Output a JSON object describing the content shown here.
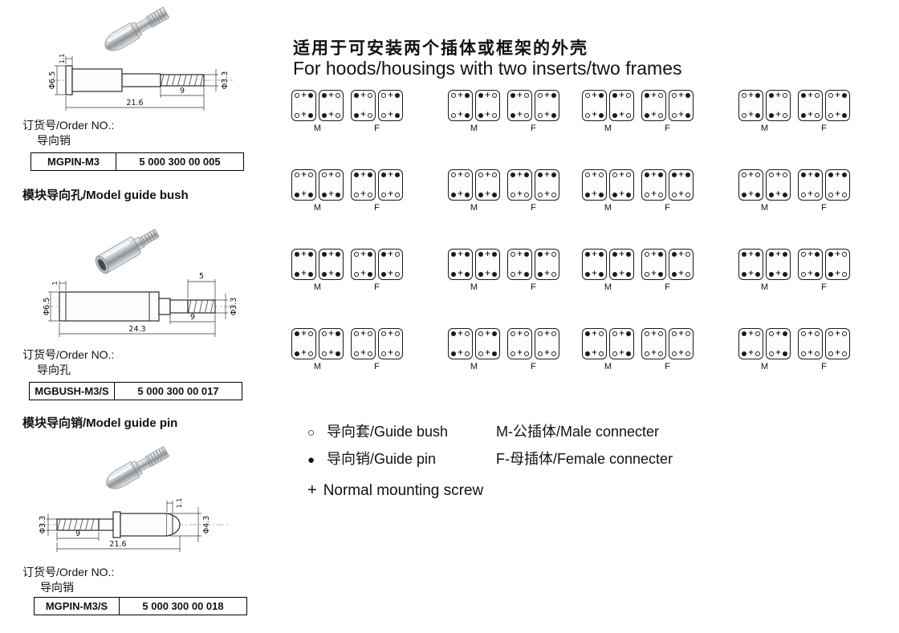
{
  "left": {
    "sections": [
      {
        "order_label": "订货号/Order NO.:",
        "part_label": "导向销",
        "part_no": "MGPIN-M3",
        "order_no": "5 000 300 00 005",
        "dims": {
          "dia_big": "Φ6.5",
          "flange": "1.1",
          "total": "21.6",
          "thread_len": "9",
          "dia_small": "Φ3.3"
        }
      },
      {
        "heading": "模块导向孔/Model guide bush",
        "order_label": "订货号/Order NO.:",
        "part_label": "导向孔",
        "part_no": "MGBUSH-M3/S",
        "order_no": "5 000 300 00 017",
        "dims": {
          "dia_big": "Φ6.5",
          "chamfer": "1",
          "thread_len": "5",
          "stud_len": "9",
          "total": "24.3",
          "dia_small": "Φ3.3"
        }
      },
      {
        "heading": "模块导向销/Model guide pin",
        "order_label": "订货号/Order NO.:",
        "part_label": "导向销",
        "part_no": "MGPIN-M3/S",
        "order_no": "5 000 300 00 018",
        "dims": {
          "dia_small": "Φ3.3",
          "thread_len": "9",
          "total": "21.6",
          "flange": "1.1",
          "dia_big": "Φ4.3"
        }
      }
    ]
  },
  "right": {
    "title_zh": "适用于可安装两个插体或框架的外壳",
    "title_en": "For hoods/housings with two inserts/two frames",
    "legend": {
      "bush_symbol": "○",
      "bush_label": "导向套/Guide bush",
      "pin_symbol": "●",
      "pin_label": "导向销/Guide pin",
      "male_label": "M-公插体/Male connecter",
      "female_label": "F-母插体/Female connecter",
      "screw_symbol": "+",
      "screw_label": "Normal mounting screw"
    },
    "grid": {
      "m_label": "M",
      "f_label": "F",
      "groups_per_row": 4,
      "rows": [
        {
          "m": [
            [
              "bush",
              "pin",
              "bush",
              "pin"
            ],
            [
              "pin",
              "bush",
              "pin",
              "bush"
            ]
          ],
          "f": [
            [
              "pin",
              "bush",
              "pin",
              "bush"
            ],
            [
              "bush",
              "pin",
              "bush",
              "pin"
            ]
          ]
        },
        {
          "m": [
            [
              "bush",
              "bush",
              "pin",
              "pin"
            ],
            [
              "bush",
              "bush",
              "pin",
              "pin"
            ]
          ],
          "f": [
            [
              "pin",
              "pin",
              "bush",
              "bush"
            ],
            [
              "pin",
              "pin",
              "bush",
              "bush"
            ]
          ]
        },
        {
          "m": [
            [
              "pin",
              "pin",
              "pin",
              "pin"
            ],
            [
              "pin",
              "pin",
              "pin",
              "pin"
            ]
          ],
          "f": [
            [
              "bush",
              "pin",
              "bush",
              "pin"
            ],
            [
              "pin",
              "bush",
              "pin",
              "bush"
            ]
          ]
        },
        {
          "m": [
            [
              "pin",
              "bush",
              "pin",
              "bush"
            ],
            [
              "bush",
              "pin",
              "bush",
              "pin"
            ]
          ],
          "f": [
            [
              "bush",
              "bush",
              "bush",
              "bush"
            ],
            [
              "bush",
              "bush",
              "bush",
              "bush"
            ]
          ]
        }
      ]
    }
  }
}
